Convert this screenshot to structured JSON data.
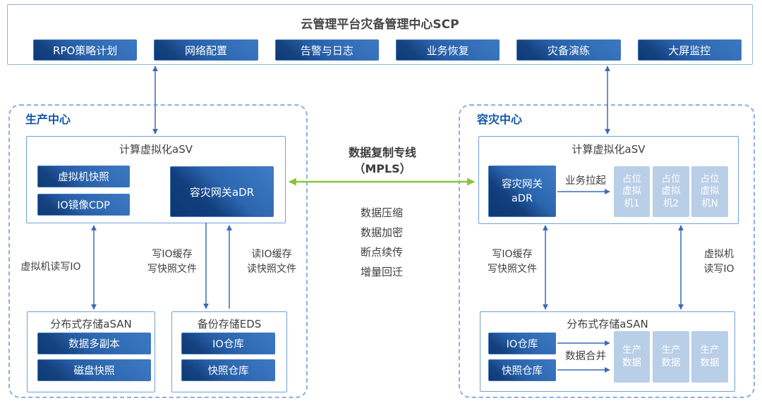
{
  "colors": {
    "chip_blue_dark": "#123e7c",
    "chip_blue_light": "#3d79c2",
    "panel_border": "#6fa0d8",
    "dashed_border": "#8bb0e2",
    "section_label_blue": "#1257a9",
    "text_dark_gray": "#3f3f3f",
    "connector_blue": "#3a6ab8",
    "link_green": "#8ac33e",
    "placeholder_light_blue": "#b9cee7"
  },
  "scp": {
    "title": "云管理平台灾备管理中心SCP",
    "buttons": [
      "RPO策略计划",
      "网络配置",
      "告警与日志",
      "业务恢复",
      "灾备演练",
      "大屏监控"
    ]
  },
  "production": {
    "label": "生产中心",
    "asv_title": "计算虚拟化aSV",
    "vm_snapshot": "虚拟机快照",
    "io_mirror_cdp": "IO镜像CDP",
    "dr_gateway": "容灾网关aDR",
    "vm_rw_io": "虚拟机读写IO",
    "write_io": "写IO缓存\n写快照文件",
    "read_io": "读IO缓存\n读快照文件",
    "asan_title": "分布式存储aSAN",
    "asan_items": [
      "数据多副本",
      "磁盘快照"
    ],
    "eds_title": "备份存储EDS",
    "eds_items": [
      "IO仓库",
      "快照仓库"
    ]
  },
  "replication_link": {
    "title": "数据复制专线\n（MPLS）",
    "features": [
      "数据压缩",
      "数据加密",
      "断点续传",
      "增量回迁"
    ]
  },
  "recovery": {
    "label": "容灾中心",
    "asv_title": "计算虚拟化aSV",
    "dr_gateway": "容灾网关\naDR",
    "service_pullup": "业务拉起",
    "placeholder_vms": [
      "占位\n虚拟\n机1",
      "占位\n虚拟\n机2",
      "占位\n虚拟\n机N"
    ],
    "write_io": "写IO缓存\n写快照文件",
    "vm_rw_io": "虚拟机\n读写IO",
    "asan_title": "分布式存储aSAN",
    "io_repo": "IO仓库",
    "snapshot_repo": "快照仓库",
    "data_merge": "数据合并",
    "prod_data": [
      "生产\n数据",
      "生产\n数据",
      "生产\n数据"
    ]
  }
}
